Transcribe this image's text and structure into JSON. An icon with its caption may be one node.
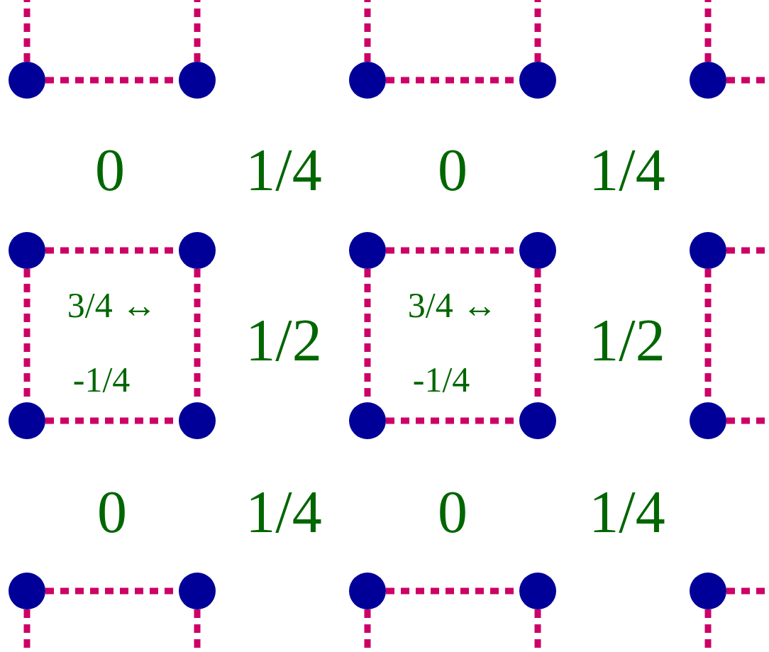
{
  "diagram": {
    "nodes": [
      {
        "text": [],
        "shape": "circle"
      },
      {
        "text": [],
        "shape": "circle"
      },
      {
        "text": [],
        "shape": "circle"
      },
      {
        "text": [],
        "shape": "circle"
      },
      {
        "text": [],
        "shape": "circle"
      },
      {
        "text": [],
        "shape": "circle"
      },
      {
        "text": [],
        "shape": "circle"
      },
      {
        "text": [],
        "shape": "circle"
      },
      {
        "text": [],
        "shape": "circle"
      },
      {
        "text": [],
        "shape": "circle"
      },
      {
        "text": [],
        "shape": "circle"
      },
      {
        "text": [],
        "shape": "circle"
      },
      {
        "text": [],
        "shape": "circle"
      },
      {
        "text": [],
        "shape": "circle"
      },
      {
        "text": [],
        "shape": "circle"
      },
      {
        "text": [],
        "shape": "circle"
      },
      {
        "text": [],
        "shape": "circle"
      },
      {
        "text": [],
        "shape": "circle"
      },
      {
        "text": [],
        "shape": "circle"
      },
      {
        "text": [],
        "shape": "circle"
      }
    ],
    "edges": [
      {
        "from": 0,
        "to": null,
        "arrow": "none",
        "style": "dashed"
      },
      {
        "from": 1,
        "to": null,
        "arrow": "none",
        "style": "dashed"
      },
      {
        "from": 2,
        "to": null,
        "arrow": "none",
        "style": "dashed"
      },
      {
        "from": 3,
        "to": null,
        "arrow": "none",
        "style": "dashed"
      },
      {
        "from": 4,
        "to": null,
        "arrow": "none",
        "style": "dashed"
      },
      {
        "from": 0,
        "to": 1,
        "arrow": "none",
        "style": "dashed"
      },
      {
        "from": 2,
        "to": 3,
        "arrow": "none",
        "style": "dashed"
      },
      {
        "from": 4,
        "to": null,
        "arrow": "none",
        "style": "dashed"
      },
      {
        "from": 5,
        "to": 6,
        "arrow": "none",
        "style": "dashed"
      },
      {
        "from": 7,
        "to": 8,
        "arrow": "none",
        "style": "dashed"
      },
      {
        "from": 9,
        "to": null,
        "arrow": "none",
        "style": "dashed"
      },
      {
        "from": 5,
        "to": 10,
        "arrow": "none",
        "style": "dashed"
      },
      {
        "from": 6,
        "to": 11,
        "arrow": "none",
        "style": "dashed"
      },
      {
        "from": 7,
        "to": 12,
        "arrow": "none",
        "style": "dashed"
      },
      {
        "from": 8,
        "to": 13,
        "arrow": "none",
        "style": "dashed"
      },
      {
        "from": 9,
        "to": 14,
        "arrow": "none",
        "style": "dashed"
      },
      {
        "from": 10,
        "to": 11,
        "arrow": "none",
        "style": "dashed"
      },
      {
        "from": 12,
        "to": 13,
        "arrow": "none",
        "style": "dashed"
      },
      {
        "from": 14,
        "to": null,
        "arrow": "none",
        "style": "dashed"
      },
      {
        "from": 15,
        "to": 16,
        "arrow": "none",
        "style": "dashed"
      },
      {
        "from": 17,
        "to": 18,
        "arrow": "none",
        "style": "dashed"
      },
      {
        "from": 19,
        "to": null,
        "arrow": "none",
        "style": "dashed"
      },
      {
        "from": 15,
        "to": null,
        "arrow": "none",
        "style": "dashed"
      },
      {
        "from": 16,
        "to": null,
        "arrow": "none",
        "style": "dashed"
      },
      {
        "from": 17,
        "to": null,
        "arrow": "none",
        "style": "dashed"
      },
      {
        "from": 18,
        "to": null,
        "arrow": "none",
        "style": "dashed"
      },
      {
        "from": 19,
        "to": null,
        "arrow": "none",
        "style": "dashed"
      }
    ],
    "labels": [
      "0",
      "1/4",
      "0",
      "1/4",
      "3/4 ↔",
      "1/2",
      "3/4 ↔",
      "1/2",
      "-1/4",
      "-1/4",
      "0",
      "1/4",
      "0",
      "1/4"
    ]
  }
}
